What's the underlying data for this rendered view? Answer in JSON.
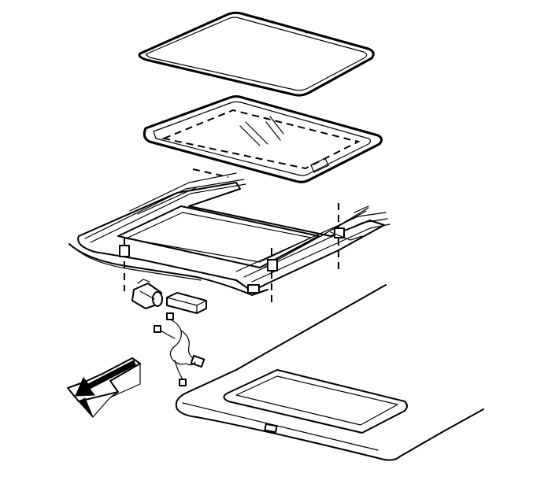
{
  "diagram": {
    "type": "exploded-view",
    "colors": {
      "line": "#000000",
      "background": "#ffffff"
    },
    "parts": [
      {
        "name": "sunroof-weatherstrip-seal"
      },
      {
        "name": "sunroof-glass-panel"
      },
      {
        "name": "sunroof-frame-assembly"
      },
      {
        "name": "sunroof-motor"
      },
      {
        "name": "sunroof-module"
      },
      {
        "name": "sunroof-wiring-harness"
      },
      {
        "name": "headliner"
      },
      {
        "name": "front-direction-arrow"
      }
    ]
  }
}
